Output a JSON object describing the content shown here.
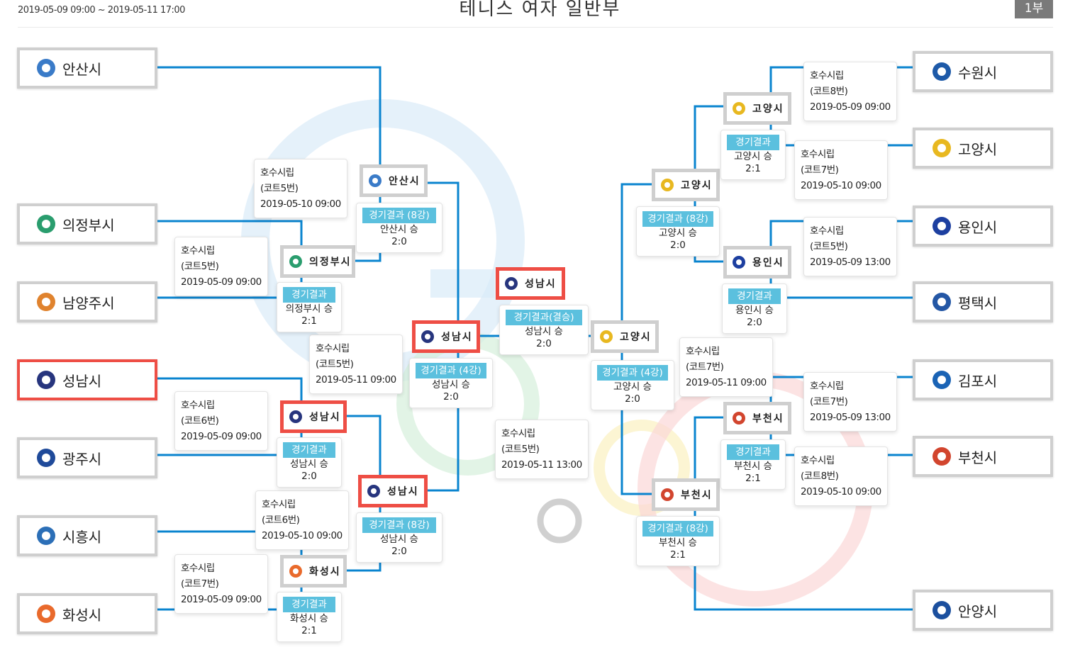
{
  "header": {
    "date_range": "2019-05-09 09:00 ~ 2019-05-11 17:00",
    "title": "테니스 여자 일반부",
    "division_badge": "1부"
  },
  "colors": {
    "line": "#0a84cf",
    "winner_border": "#ee4e45",
    "result_label": "#5bc0de"
  },
  "teams_left": [
    {
      "name": "안산시",
      "logo": "ansan-logo"
    },
    {
      "name": "의정부시",
      "logo": "uijeongbu-logo"
    },
    {
      "name": "남양주시",
      "logo": "namyangju-logo"
    },
    {
      "name": "성남시",
      "logo": "seongnam-logo"
    },
    {
      "name": "광주시",
      "logo": "gwangju-logo"
    },
    {
      "name": "시흥시",
      "logo": "siheung-logo"
    },
    {
      "name": "화성시",
      "logo": "hwaseong-logo"
    }
  ],
  "teams_right": [
    {
      "name": "수원시",
      "logo": "suwon-logo"
    },
    {
      "name": "고양시",
      "logo": "goyang-logo"
    },
    {
      "name": "용인시",
      "logo": "yongin-logo"
    },
    {
      "name": "평택시",
      "logo": "pyeongtaek-logo"
    },
    {
      "name": "김포시",
      "logo": "gimpo-logo"
    },
    {
      "name": "부천시",
      "logo": "bucheon-logo"
    },
    {
      "name": "안양시",
      "logo": "anyang-logo"
    }
  ],
  "advancers": {
    "l_uijeongbu": "의정부시",
    "l_seongnam_r1": "성남시",
    "l_hwaseong": "화성시",
    "l_ansan_qf": "안산시",
    "l_seongnam_qf": "성남시",
    "l_seongnam_sf": "성남시",
    "champion": "성남시",
    "r_goyang_r1": "고양시",
    "r_yongin": "용인시",
    "r_bucheon_r1": "부천시",
    "r_goyang_qf": "고양시",
    "r_bucheon_qf": "부천시",
    "r_goyang_sf": "고양시"
  },
  "matches": [
    {
      "venue": "호수시립",
      "court": "(코트5번)",
      "time": "2019-05-10 09:00"
    },
    {
      "venue": "호수시립",
      "court": "(코트5번)",
      "time": "2019-05-09 09:00"
    },
    {
      "venue": "호수시립",
      "court": "(코트5번)",
      "time": "2019-05-11 09:00"
    },
    {
      "venue": "호수시립",
      "court": "(코트6번)",
      "time": "2019-05-09 09:00"
    },
    {
      "venue": "호수시립",
      "court": "(코트6번)",
      "time": "2019-05-10 09:00"
    },
    {
      "venue": "호수시립",
      "court": "(코트7번)",
      "time": "2019-05-09 09:00"
    },
    {
      "venue": "호수시립",
      "court": "(코트5번)",
      "time": "2019-05-11 13:00"
    },
    {
      "venue": "호수시립",
      "court": "(코트8번)",
      "time": "2019-05-09 09:00"
    },
    {
      "venue": "호수시립",
      "court": "(코트7번)",
      "time": "2019-05-10 09:00"
    },
    {
      "venue": "호수시립",
      "court": "(코트5번)",
      "time": "2019-05-09 13:00"
    },
    {
      "venue": "호수시립",
      "court": "(코트7번)",
      "time": "2019-05-11 09:00"
    },
    {
      "venue": "호수시립",
      "court": "(코트7번)",
      "time": "2019-05-09 13:00"
    },
    {
      "venue": "호수시립",
      "court": "(코트8번)",
      "time": "2019-05-10 09:00"
    }
  ],
  "results": [
    {
      "label": "경기결과 (8강)",
      "winner": "안산시 승",
      "score": "2:0"
    },
    {
      "label": "경기결과",
      "winner": "의정부시 승",
      "score": "2:1"
    },
    {
      "label": "경기결과",
      "winner": "성남시 승",
      "score": "2:0"
    },
    {
      "label": "경기결과",
      "winner": "화성시 승",
      "score": "2:1"
    },
    {
      "label": "경기결과 (8강)",
      "winner": "성남시 승",
      "score": "2:0"
    },
    {
      "label": "경기결과 (4강)",
      "winner": "성남시 승",
      "score": "2:0"
    },
    {
      "label": "경기결과(결승)",
      "winner": "성남시 승",
      "score": "2:0"
    },
    {
      "label": "경기결과 (4강)",
      "winner": "고양시 승",
      "score": "2:0"
    },
    {
      "label": "경기결과 (8강)",
      "winner": "고양시 승",
      "score": "2:0"
    },
    {
      "label": "경기결과",
      "winner": "고양시 승",
      "score": "2:1"
    },
    {
      "label": "경기결과",
      "winner": "용인시 승",
      "score": "2:0"
    },
    {
      "label": "경기결과",
      "winner": "부천시 승",
      "score": "2:1"
    },
    {
      "label": "경기결과 (8강)",
      "winner": "부천시 승",
      "score": "2:1"
    }
  ]
}
